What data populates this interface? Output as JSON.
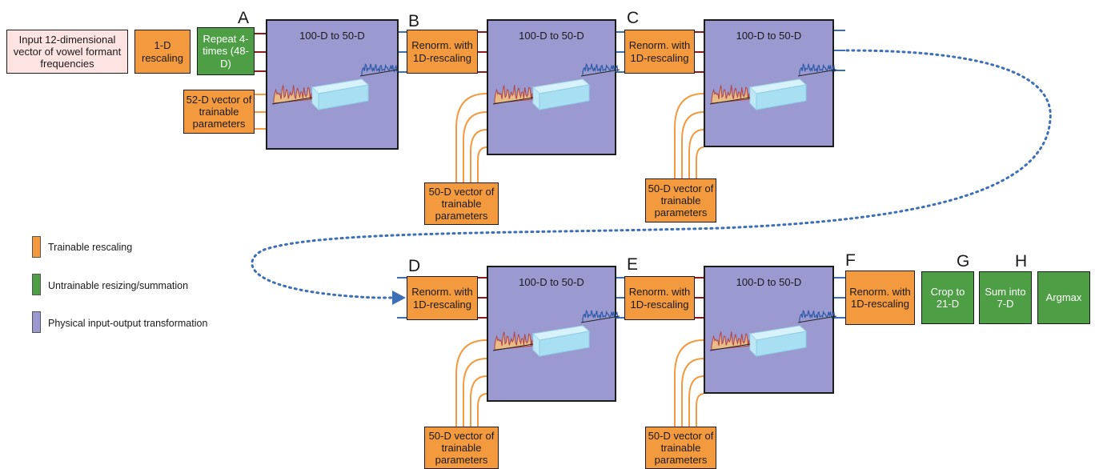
{
  "letters": [
    "A",
    "B",
    "C",
    "D",
    "E",
    "F",
    "G",
    "H"
  ],
  "input_box": "Input 12-dimensional vector of vowel formant frequencies",
  "rescale_box": "1-D rescaling",
  "repeat_box": "Repeat 4-times (48-D)",
  "param52_box": "52-D vector of trainable parameters",
  "param50_box": "50-D vector of trainable parameters",
  "phys_title": "100-D to 50-D",
  "renorm_box": "Renorm. with 1D-rescaling",
  "crop_box": "Crop to 21-D",
  "sum_box": "Sum into 7-D",
  "argmax_box": "Argmax",
  "legend": [
    {
      "label": "Trainable rescaling",
      "color": "#f39a3f"
    },
    {
      "label": "Untrainable resizing/summation",
      "color": "#4e9e45"
    },
    {
      "label": "Physical input-output transformation",
      "color": "#9a9ad0"
    }
  ],
  "colors": {
    "orange": "#f39a3f",
    "green": "#4e9e45",
    "physical": "#9a9ad0",
    "input": "#fde3e1",
    "arrow": "#3d6fb6",
    "red_line": "#8b1a1a",
    "blue_line": "#3d6fb6"
  }
}
